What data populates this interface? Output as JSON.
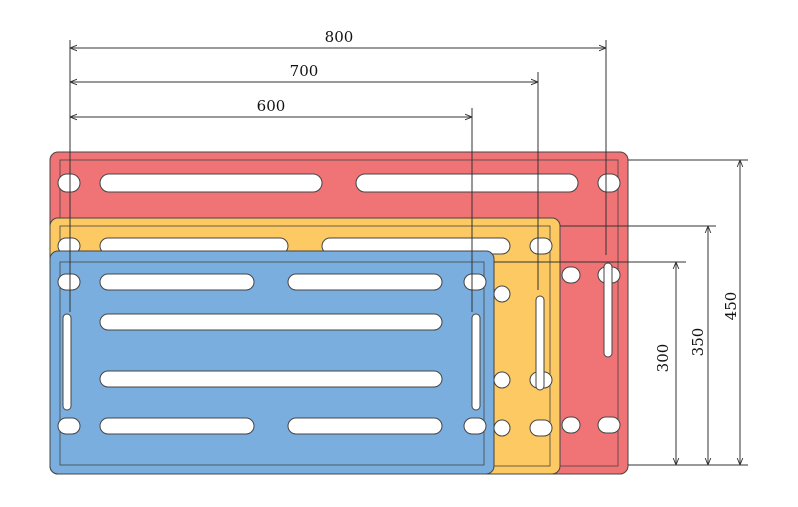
{
  "colors": {
    "red_panel": "#F07376",
    "yellow_panel": "#FDC962",
    "blue_panel": "#7AAEDE",
    "line": "#333333",
    "slot": "#FFFFFF"
  },
  "dimensions": {
    "width_800": "800",
    "width_700": "700",
    "width_600": "600",
    "height_450": "450",
    "height_350": "350",
    "height_300": "300"
  }
}
